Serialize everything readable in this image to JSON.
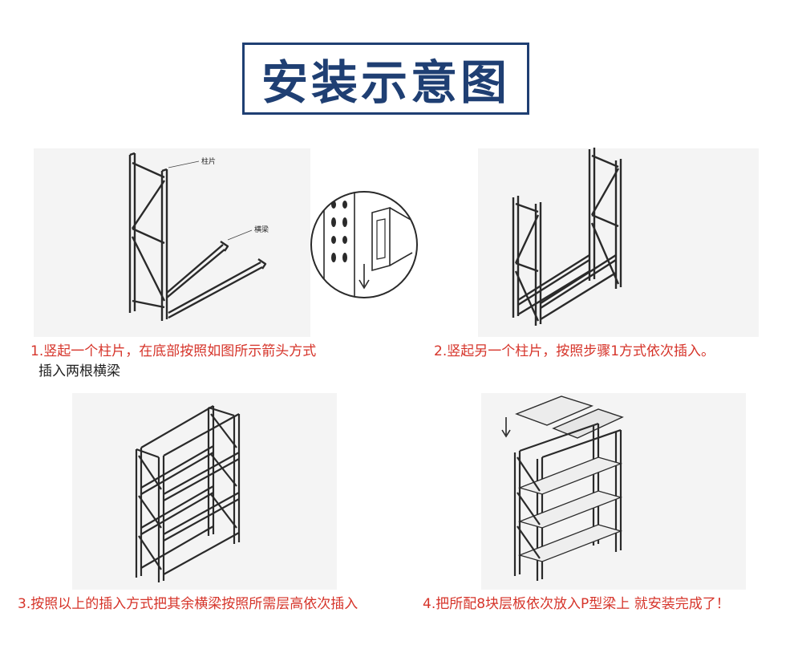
{
  "title": "安装示意图",
  "steps": [
    {
      "number": "1.",
      "text_line1": "竖起一个柱片，在底部按照如图所示箭头方式",
      "text_line2": "插入两根横梁"
    },
    {
      "number": "2.",
      "text_line1": "竖起另一个柱片，按照步骤1方式依次插入。"
    },
    {
      "number": "3.",
      "text_line1": "按照以上的插入方式把其余横梁按照所需层高依次插入"
    },
    {
      "number": "4.",
      "text_line1": "把所配8块层板依次放入P型梁上 就安装完成了！"
    }
  ],
  "labels": {
    "column_piece": "柱片",
    "beam": "横梁"
  },
  "colors": {
    "title": "#1f3f73",
    "caption": "#d6342a",
    "frame": "#2a2a2a"
  }
}
